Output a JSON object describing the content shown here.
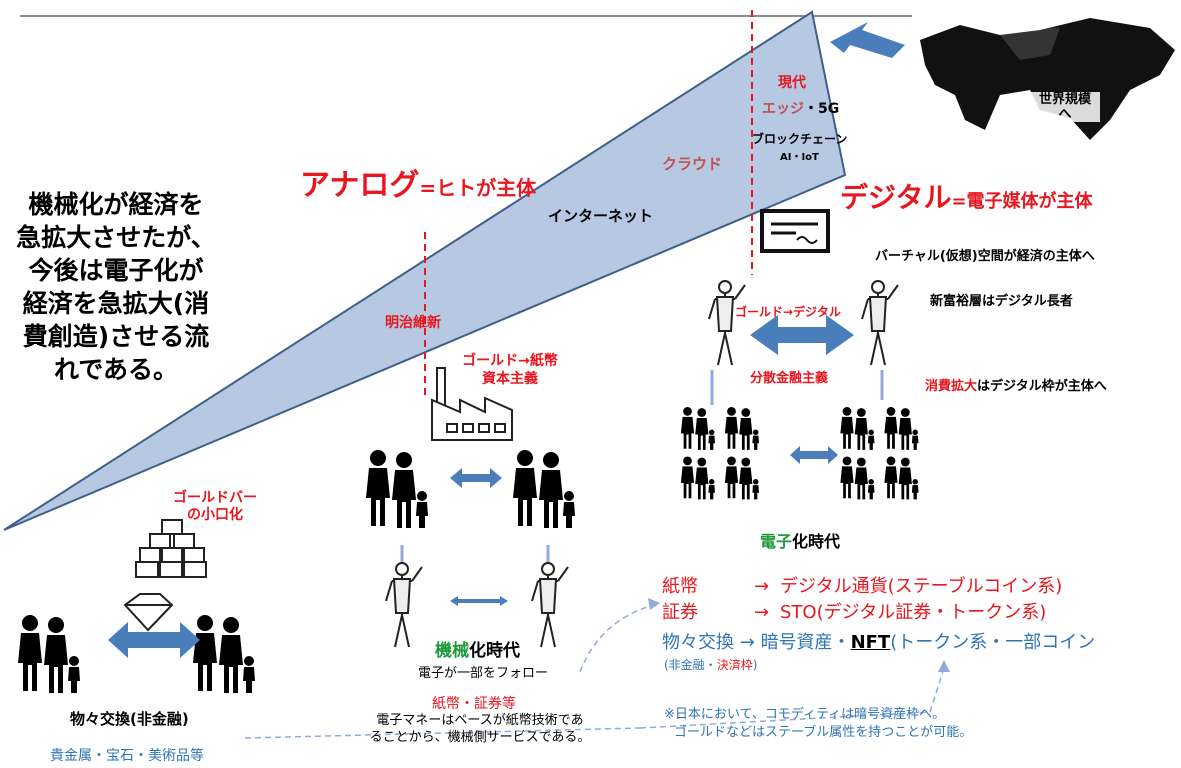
{
  "intro": {
    "lines": [
      "機械化が経済を",
      "急拡大させたが、",
      "今後は電子化が",
      "経済を急拡大(消",
      "費創造)させる流",
      "れである。"
    ]
  },
  "analog": {
    "word": "アナログ",
    "rest": "=ヒトが主体"
  },
  "digital": {
    "word": "デジタル",
    "rest": "=電子媒体が主体"
  },
  "timeline": {
    "internet": "インターネット",
    "cloud": "クラウド",
    "meiji": "明治維新",
    "modern": "現代",
    "edge": "エッジ",
    "dot": "・",
    "fiveg": "5G",
    "blockchain": "ブロックチェーン",
    "aiiot": "AI・IoT"
  },
  "world": {
    "line1": "世界規模",
    "line2": "へ"
  },
  "barter": {
    "gold_bar_1": "ゴールドバー",
    "gold_bar_2": "の小口化",
    "title": "物々交換(非金融)",
    "sub": "貴金属・宝石・美術品等"
  },
  "machine": {
    "gold_paper": "ゴールド→紙幣",
    "capitalism": "資本主義",
    "era_1": "機械",
    "era_2": "化時代",
    "follow": "電子が一部をフォロー",
    "paper_sec": "紙幣・証券等",
    "note_1": "電子マネーはベースが紙幣技術であ",
    "note_2": "ることから、機械側サービスである。"
  },
  "electronic": {
    "gold_digital": "ゴールド→デジタル",
    "decentral": "分散金融主義",
    "era_1": "電子",
    "era_2": "化時代",
    "virtual": "バーチャル(仮想)空間が経済の主体へ",
    "rich": "新富裕層はデジタル長者",
    "consume_1": "消費拡大",
    "consume_2": "はデジタル枠が主体へ"
  },
  "mapping": {
    "rows": [
      {
        "from": "紙幣",
        "arrow": "→",
        "to": "デジタル通貨(ステーブルコイン系)"
      },
      {
        "from": "証券",
        "arrow": "→",
        "to": "STO(デジタル証券・トークン系)"
      }
    ],
    "barter_from": "物々交換",
    "barter_arrow": "→",
    "barter_to_a": "暗号資産・",
    "barter_nft": "NFT",
    "barter_to_b": "(トークン系・一部コイン",
    "sub_open": "(非金融・",
    "sub_red": "決済枠",
    "sub_close": ")",
    "note_1": "※日本において、コモディティは暗号資産枠へ。",
    "note_2": "ゴールドなどはステーブル属性を持つことが可能。"
  },
  "colors": {
    "accent_red": "#e8161e",
    "wedge": "#b7c9e2",
    "arrow_blue": "#4a7ebb"
  }
}
